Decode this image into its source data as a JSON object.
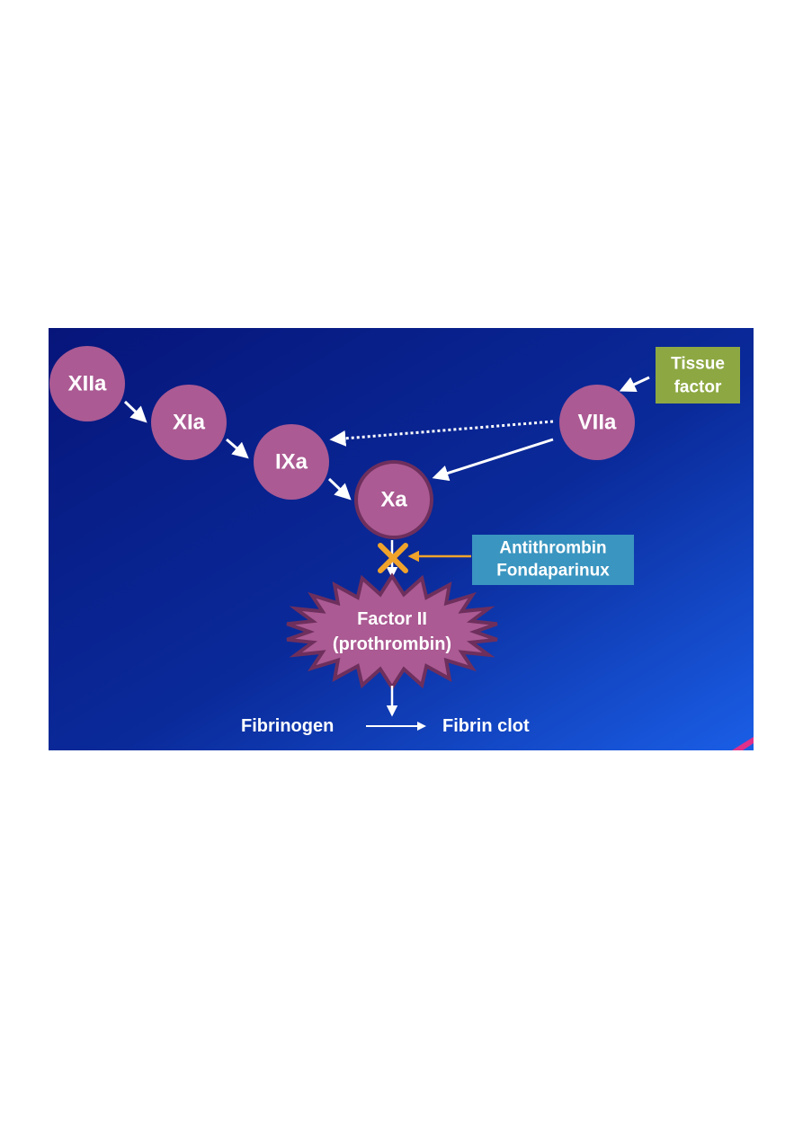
{
  "diagram": {
    "colors": {
      "background_dark": "#06157a",
      "background_light": "#1a5ee6",
      "node_fill": "#ab5a93",
      "node_outline": "#6e2f5d",
      "tissue_box": "#8da842",
      "inhibitor_box": "#3a95c0",
      "inhibitor_cross": "#f0a32a",
      "arrow": "#ffffff",
      "accent_corner": "#e0308a"
    },
    "nodes": [
      {
        "id": "xiia",
        "label": "XIIa"
      },
      {
        "id": "xia",
        "label": "XIa"
      },
      {
        "id": "ixa",
        "label": "IXa"
      },
      {
        "id": "xa",
        "label": "Xa"
      },
      {
        "id": "viia",
        "label": "VIIa"
      }
    ],
    "tissue_factor": {
      "line1": "Tissue",
      "line2": "factor"
    },
    "inhibitor": {
      "line1": "Antithrombin",
      "line2": "Fondaparinux"
    },
    "prothrombin": {
      "line1": "Factor II",
      "line2": "(prothrombin)"
    },
    "fibrinogen_label": "Fibrinogen",
    "fibrin_label": "Fibrin clot",
    "edges": [
      {
        "from": "xiia",
        "to": "xia",
        "style": "solid"
      },
      {
        "from": "xia",
        "to": "ixa",
        "style": "solid"
      },
      {
        "from": "ixa",
        "to": "xa",
        "style": "solid"
      },
      {
        "from": "tissue-factor",
        "to": "viia",
        "style": "solid"
      },
      {
        "from": "viia",
        "to": "ixa",
        "style": "dotted"
      },
      {
        "from": "viia",
        "to": "xa",
        "style": "solid"
      },
      {
        "from": "inhibitor",
        "to": "xa-prothrombin",
        "style": "inhibition"
      },
      {
        "from": "prothrombin",
        "to": "fibrin-conversion",
        "style": "solid"
      },
      {
        "from": "fibrinogen",
        "to": "fibrin-clot",
        "style": "solid"
      }
    ]
  }
}
